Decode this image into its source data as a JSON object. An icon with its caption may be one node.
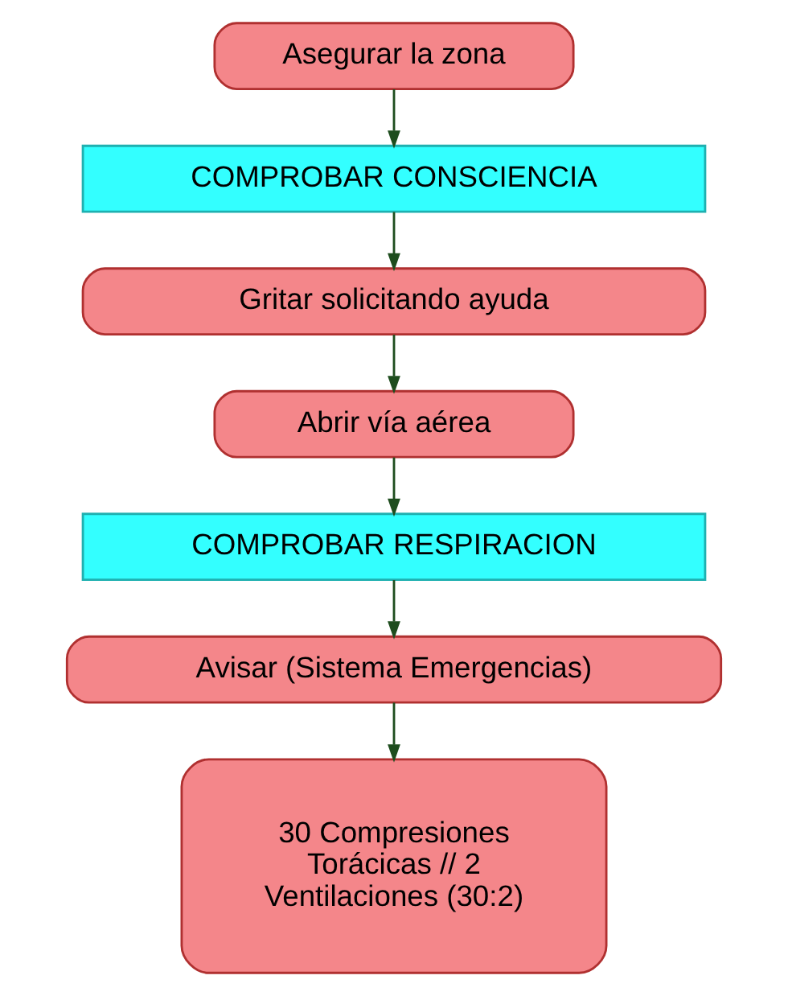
{
  "diagram": {
    "nodes": [
      {
        "text": [
          "Asegurar la zona"
        ]
      },
      {
        "text": [
          "COMPROBAR CONSCIENCIA"
        ]
      },
      {
        "text": [
          "Gritar solicitando ayuda"
        ]
      },
      {
        "text": [
          "Abrir vía aérea"
        ]
      },
      {
        "text": [
          "COMPROBAR RESPIRACION"
        ]
      },
      {
        "text": [
          "Avisar (Sistema Emergencias)"
        ]
      },
      {
        "text": [
          "30 Compresiones Torácicas // 2 Ventilaciones (30:2)"
        ]
      }
    ],
    "edges": [
      {
        "from": 0,
        "to": 1,
        "arrow": "to"
      },
      {
        "from": 1,
        "to": 2,
        "arrow": "to"
      },
      {
        "from": 2,
        "to": 3,
        "arrow": "to"
      },
      {
        "from": 3,
        "to": 4,
        "arrow": "to"
      },
      {
        "from": 4,
        "to": 5,
        "arrow": "to"
      },
      {
        "from": 5,
        "to": 6,
        "arrow": "to"
      }
    ]
  }
}
